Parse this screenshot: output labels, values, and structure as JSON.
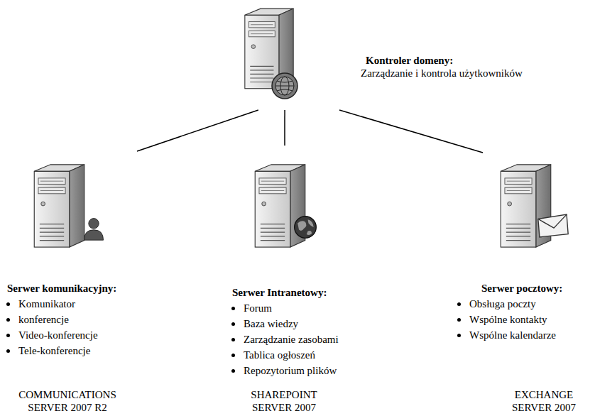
{
  "diagram": {
    "nodes": [
      {
        "text": [
          "Kontroler domeny:",
          "Zarządzanie i kontrola użytkowników"
        ]
      },
      {
        "text": [
          "Serwer komunikacyjny:",
          "Komunikator",
          "konferencje",
          "Video-konferencje",
          "Tele-konferencje",
          "COMMUNICATIONS SERVER 2007 R2"
        ]
      },
      {
        "text": [
          "Serwer Intranetowy:",
          "Forum",
          "Baza wiedzy",
          "Zarządzanie zasobami",
          "Tablica ogłoszeń",
          "Repozytorium plików",
          "SHAREPOINT SERVER 2007"
        ]
      },
      {
        "text": [
          "Serwer pocztowy:",
          "Obsługa poczty",
          "Wspólne kontakty",
          "Wspólne kalendarze",
          "EXCHANGE SERVER 2007"
        ]
      }
    ],
    "edges": [
      {
        "from": 0,
        "to": 1,
        "arrow": "none"
      },
      {
        "from": 0,
        "to": 2,
        "arrow": "none"
      },
      {
        "from": 0,
        "to": 3,
        "arrow": "none"
      }
    ]
  }
}
